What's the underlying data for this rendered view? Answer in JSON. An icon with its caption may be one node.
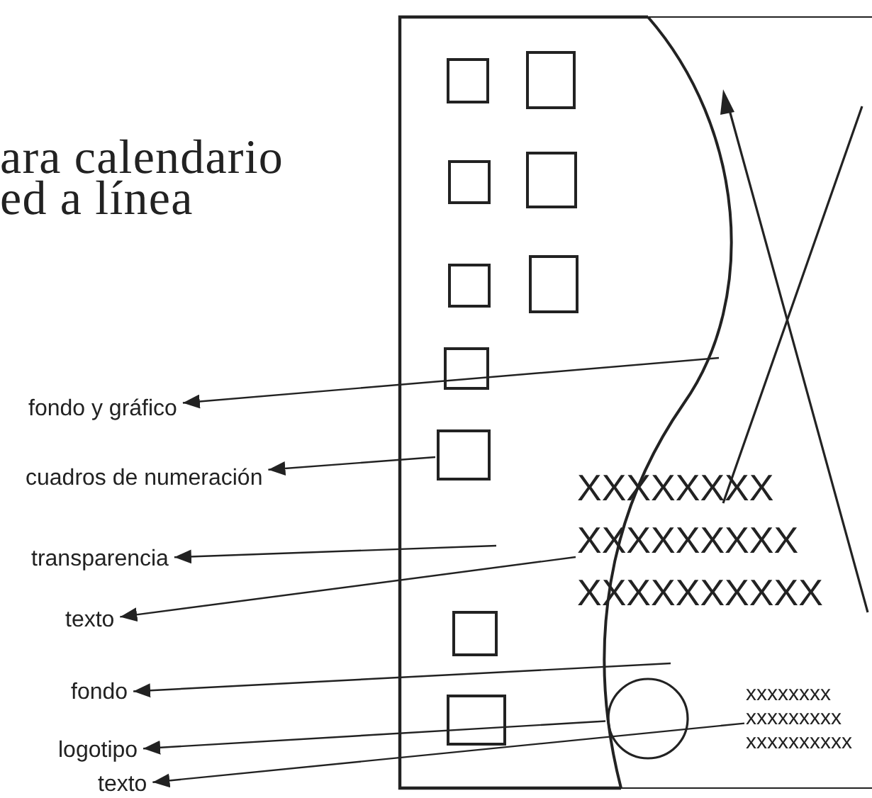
{
  "diagram": {
    "title": "ara calendario ed a línea",
    "nodes": [
      {
        "text": [
          "fondo y gráfico"
        ]
      },
      {
        "text": [
          "cuadros de numeración"
        ]
      },
      {
        "text": [
          "transparencia"
        ]
      },
      {
        "text": [
          "texto"
        ]
      },
      {
        "text": [
          "fondo"
        ]
      },
      {
        "text": [
          "logotipo"
        ]
      },
      {
        "text": [
          "texto"
        ]
      },
      {
        "text": [],
        "shape": "box"
      },
      {
        "text": [],
        "shape": "box"
      },
      {
        "text": [],
        "shape": "box"
      },
      {
        "text": [],
        "shape": "box"
      },
      {
        "text": [],
        "shape": "box"
      },
      {
        "text": [],
        "shape": "box"
      },
      {
        "text": [],
        "shape": "box"
      },
      {
        "text": [],
        "shape": "box"
      },
      {
        "text": [],
        "shape": "box"
      },
      {
        "text": [],
        "shape": "box"
      },
      {
        "text": [
          "XXXXXXXX",
          "XXXXXXXXX",
          "XXXXXXXXXX"
        ]
      },
      {
        "text": [],
        "shape": "circle"
      },
      {
        "text": [
          "xxxxxxxx",
          "xxxxxxxxx",
          "xxxxxxxxxx"
        ]
      },
      {
        "text": [],
        "shape": "picture"
      }
    ],
    "edges": [
      {
        "from": 20,
        "to": 0,
        "arrow": "to"
      },
      {
        "from": 14,
        "to": 1,
        "arrow": "to"
      },
      {
        "from": null,
        "to": 2,
        "arrow": "to"
      },
      {
        "from": 17,
        "to": 3,
        "arrow": "to"
      },
      {
        "from": null,
        "to": 4,
        "arrow": "to"
      },
      {
        "from": 18,
        "to": 5,
        "arrow": "to"
      },
      {
        "from": 19,
        "to": 6,
        "arrow": "to"
      }
    ]
  }
}
